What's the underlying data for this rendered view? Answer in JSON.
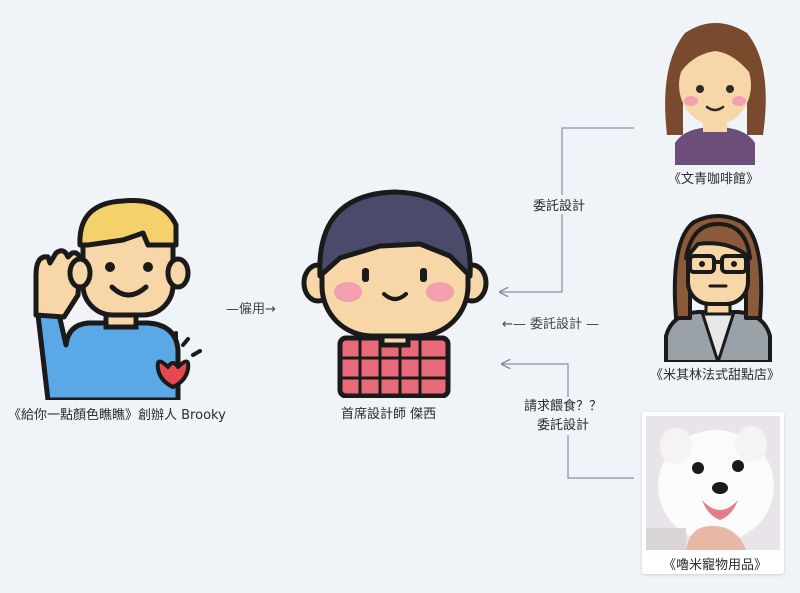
{
  "nodes": {
    "founder": {
      "label": "《給你一點顏色瞧瞧》創辦人 Brooky"
    },
    "designer": {
      "label": "首席設計師 傑西"
    },
    "cafe": {
      "label": "《文青咖啡館》"
    },
    "bakery": {
      "label": "《米其林法式甜點店》"
    },
    "pet_shop": {
      "label": "《嚕米寵物用品》"
    }
  },
  "edges": {
    "hire": {
      "label": "—僱用→"
    },
    "cafe_commission": {
      "label": "委託設計"
    },
    "bakery_commission": {
      "label": "←— 委託設計 —"
    },
    "pet_request_line1": {
      "label": "請求餵食？？"
    },
    "pet_request_line2": {
      "label": "委託設計"
    }
  },
  "colors": {
    "background": "#f0f3f7",
    "line": "#8a9099",
    "founder_shirt": "#5aa9e6",
    "founder_hair": "#f4d16a",
    "skin": "#f7d7a8",
    "designer_hair": "#4a4a6a",
    "designer_shirt": "#e8697a",
    "cheeks": "#f2a0b0"
  },
  "icons": [
    "founder-waving-illustration",
    "designer-illustration",
    "woman-brown-hair-avatar",
    "woman-glasses-avatar",
    "pomeranian-dog-photo"
  ]
}
